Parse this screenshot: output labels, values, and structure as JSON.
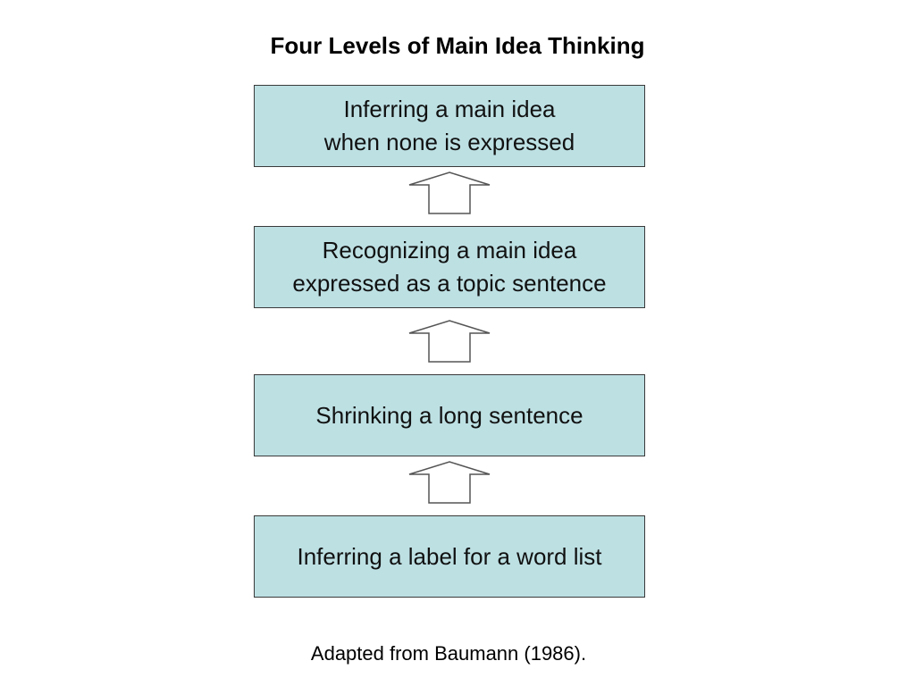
{
  "title": "Four Levels of Main Idea Thinking",
  "colors": {
    "box_fill": "#bde0e3",
    "box_border": "#3a3a3a",
    "arrow_fill": "#ffffff",
    "arrow_stroke": "#555555"
  },
  "levels": [
    {
      "line1": "Inferring a main idea",
      "line2": "when none is expressed"
    },
    {
      "line1": "Recognizing a main idea",
      "line2": "expressed as a topic sentence"
    },
    {
      "line1": "Shrinking a long sentence",
      "line2": ""
    },
    {
      "line1": "Inferring a label for a word list",
      "line2": ""
    }
  ],
  "arrows": [
    {
      "icon": "up-arrow-icon",
      "direction": "up"
    },
    {
      "icon": "up-arrow-icon",
      "direction": "up"
    },
    {
      "icon": "up-arrow-icon",
      "direction": "up"
    }
  ],
  "caption": "Adapted from Baumann (1986)."
}
